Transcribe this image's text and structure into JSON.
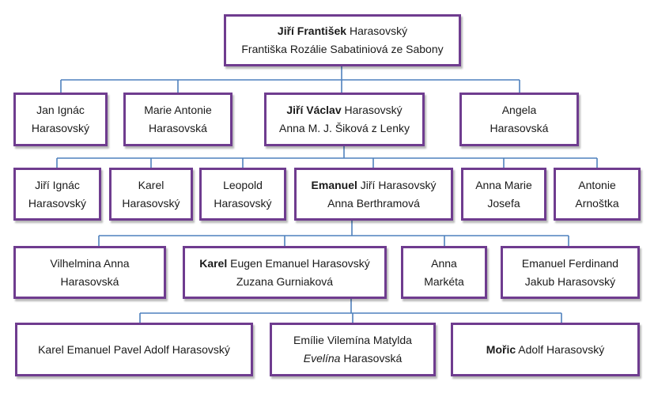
{
  "diagram": {
    "line_color": "#4f81bd",
    "border_color": "#6f3c8f",
    "nodes": {
      "root": {
        "lines": [
          {
            "bold": "Jiří František",
            "rest": " Harasovský"
          },
          {
            "plain": "Františka Rozálie Sabatiniová ze Sabony"
          }
        ]
      },
      "jan": {
        "lines": [
          {
            "plain": "Jan Ignác"
          },
          {
            "plain": "Harasovský"
          }
        ]
      },
      "marie": {
        "lines": [
          {
            "plain": "Marie Antonie"
          },
          {
            "plain": "Harasovská"
          }
        ]
      },
      "jiri_vaclav": {
        "lines": [
          {
            "bold": "Jiří Václav",
            "rest": " Harasovský"
          },
          {
            "plain": "Anna M. J. Šiková z Lenky"
          }
        ]
      },
      "angela": {
        "lines": [
          {
            "plain": "Angela"
          },
          {
            "plain": "Harasovská"
          }
        ]
      },
      "jiri_ignac": {
        "lines": [
          {
            "plain": "Jiří Ignác"
          },
          {
            "plain": "Harasovský"
          }
        ]
      },
      "karel1": {
        "lines": [
          {
            "plain": "Karel"
          },
          {
            "plain": "Harasovský"
          }
        ]
      },
      "leopold": {
        "lines": [
          {
            "plain": "Leopold"
          },
          {
            "plain": "Harasovský"
          }
        ]
      },
      "emanuel": {
        "lines": [
          {
            "bold": "Emanuel",
            "rest": " Jiří Harasovský"
          },
          {
            "plain": "Anna Berthramová"
          }
        ]
      },
      "anna_marie": {
        "lines": [
          {
            "plain": "Anna Marie"
          },
          {
            "plain": "Josefa"
          }
        ]
      },
      "antonie": {
        "lines": [
          {
            "plain": "Antonie"
          },
          {
            "plain": "Arnoštka"
          }
        ]
      },
      "vilhelmina": {
        "lines": [
          {
            "plain": "Vilhelmina Anna"
          },
          {
            "plain": "Harasovská"
          }
        ]
      },
      "karel_eugen": {
        "lines": [
          {
            "bold": "Karel",
            "rest": " Eugen Emanuel Harasovský"
          },
          {
            "plain": "Zuzana Gurniaková"
          }
        ]
      },
      "anna_marketa": {
        "lines": [
          {
            "plain": "Anna"
          },
          {
            "plain": "Markéta"
          }
        ]
      },
      "emanuel_ferdinand": {
        "lines": [
          {
            "plain": "Emanuel Ferdinand"
          },
          {
            "plain": "Jakub Harasovský"
          }
        ]
      },
      "karel_emanuel": {
        "lines": [
          {
            "plain": "Karel Emanuel Pavel Adolf Harasovský"
          }
        ]
      },
      "emilie": {
        "lines": [
          {
            "plain": "Emílie Vilemína Matylda"
          },
          {
            "italic": "Evelína",
            "rest": " Harasovská"
          }
        ]
      },
      "moric": {
        "lines": [
          {
            "bold": "Mořic",
            "rest": " Adolf Harasovský"
          }
        ]
      }
    }
  }
}
